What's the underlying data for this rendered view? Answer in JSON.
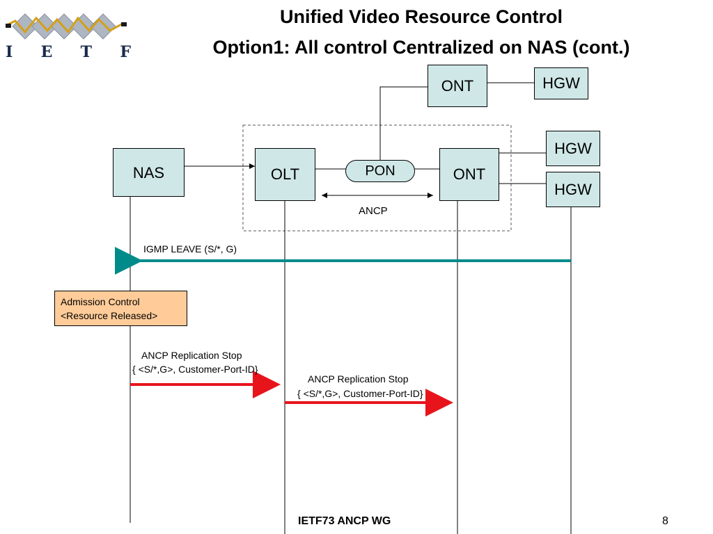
{
  "logo": {
    "letters": [
      "I",
      "E",
      "T",
      "F"
    ]
  },
  "title": {
    "line1": "Unified Video Resource Control",
    "line2": "Option1: All control Centralized on NAS (cont.)"
  },
  "nodes": {
    "nas": "NAS",
    "olt": "OLT",
    "pon": "PON",
    "ont_main": "ONT",
    "ont_top": "ONT",
    "hgw_top": "HGW",
    "hgw_mid": "HGW",
    "hgw_low": "HGW"
  },
  "labels": {
    "ancp": "ANCP",
    "igmp_leave": "IGMP  LEAVE (S/*, G)",
    "admission_line1": "Admission Control",
    "admission_line2": "<Resource Released>",
    "repl_stop_1_line1": "ANCP Replication Stop",
    "repl_stop_1_line2": "{ <S/*,G>, Customer-Port-ID}",
    "repl_stop_2_line1": "ANCP Replication Stop",
    "repl_stop_2_line2": "{ <S/*,G>, Customer-Port-ID}"
  },
  "colors": {
    "node_fill": "#cfe7e7",
    "note_fill": "#ffcc99",
    "igmp_arrow": "#008b8b",
    "ancp_arrow": "#e8141c"
  },
  "footer": {
    "center": "IETF73 ANCP WG",
    "page_number": "8"
  }
}
